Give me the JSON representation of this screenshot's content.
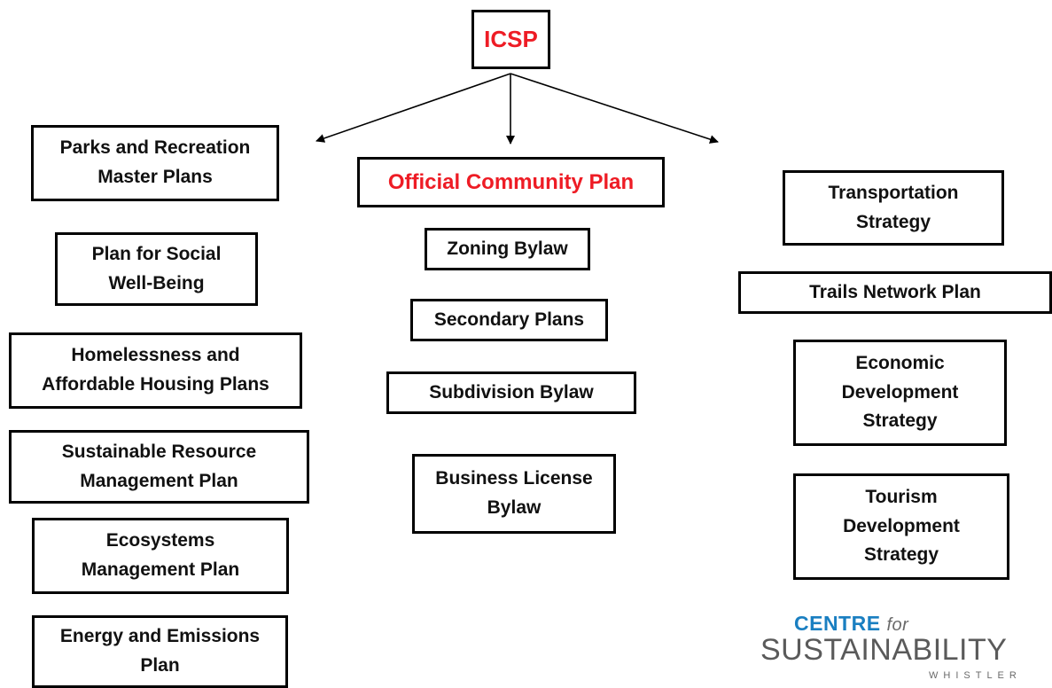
{
  "root": {
    "label": "ICSP"
  },
  "left_column": [
    {
      "lines": [
        "Parks and Recreation",
        "Master Plans"
      ]
    },
    {
      "lines": [
        "Plan for Social",
        "Well-Being"
      ]
    },
    {
      "lines": [
        "Homelessness and",
        "Affordable Housing Plans"
      ]
    },
    {
      "lines": [
        "Sustainable Resource",
        "Management Plan"
      ]
    },
    {
      "lines": [
        "Ecosystems",
        "Management Plan"
      ]
    },
    {
      "lines": [
        "Energy and Emissions",
        "Plan"
      ]
    }
  ],
  "center_column": {
    "heading": "Official Community Plan",
    "items": [
      {
        "lines": [
          "Zoning Bylaw"
        ]
      },
      {
        "lines": [
          "Secondary Plans"
        ]
      },
      {
        "lines": [
          "Subdivision Bylaw"
        ]
      },
      {
        "lines": [
          "Business License",
          "Bylaw"
        ]
      }
    ]
  },
  "right_column": [
    {
      "lines": [
        "Transportation",
        "Strategy"
      ]
    },
    {
      "lines": [
        "Trails Network Plan"
      ]
    },
    {
      "lines": [
        "Economic",
        "Development",
        "Strategy"
      ]
    },
    {
      "lines": [
        "Tourism",
        "Development",
        "Strategy"
      ]
    }
  ],
  "logo": {
    "line1": "CENTRE",
    "line1_suffix": "for",
    "line2": "SUSTAINABILITY",
    "line3": "WHISTLER"
  },
  "colors": {
    "accent_red": "#ee1c25",
    "logo_blue": "#1a7fc1",
    "logo_gray": "#5a5a5a"
  }
}
